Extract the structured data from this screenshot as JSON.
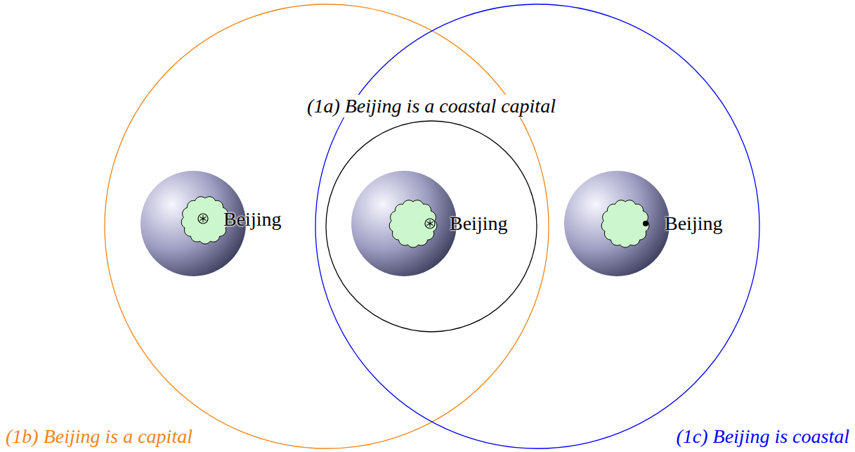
{
  "diagram": {
    "nodes": [
      {
        "text": [
          "(1b) Beijing is a capital"
        ]
      },
      {
        "text": [
          "(1c) Beijing is coastal"
        ]
      },
      {
        "text": [
          "(1a) Beijing is a coastal capital"
        ],
        "in": 0
      },
      {
        "text": [
          "Beijing"
        ],
        "in": 0
      },
      {
        "text": [
          "Beijing"
        ],
        "in": 2
      },
      {
        "text": [
          "Beijing"
        ],
        "in": 1
      }
    ]
  }
}
